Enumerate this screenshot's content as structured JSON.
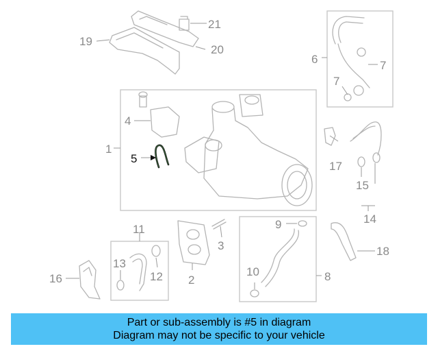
{
  "callouts": {
    "c1": "1",
    "c2": "2",
    "c3": "3",
    "c4": "4",
    "c5": "5",
    "c6": "6",
    "c7a": "7",
    "c7b": "7",
    "c8": "8",
    "c9": "9",
    "c10": "10",
    "c11": "11",
    "c12": "12",
    "c13": "13",
    "c14": "14",
    "c15": "15",
    "c16": "16",
    "c17": "17",
    "c18": "18",
    "c19": "19",
    "c20": "20",
    "c21": "21"
  },
  "highlight": {
    "part": "5",
    "color": "#000000"
  },
  "banner": {
    "line1": "Part or sub-assembly is #5 in diagram",
    "line2": "Diagram may not be specific to your vehicle",
    "background": "#4fc1f5"
  }
}
